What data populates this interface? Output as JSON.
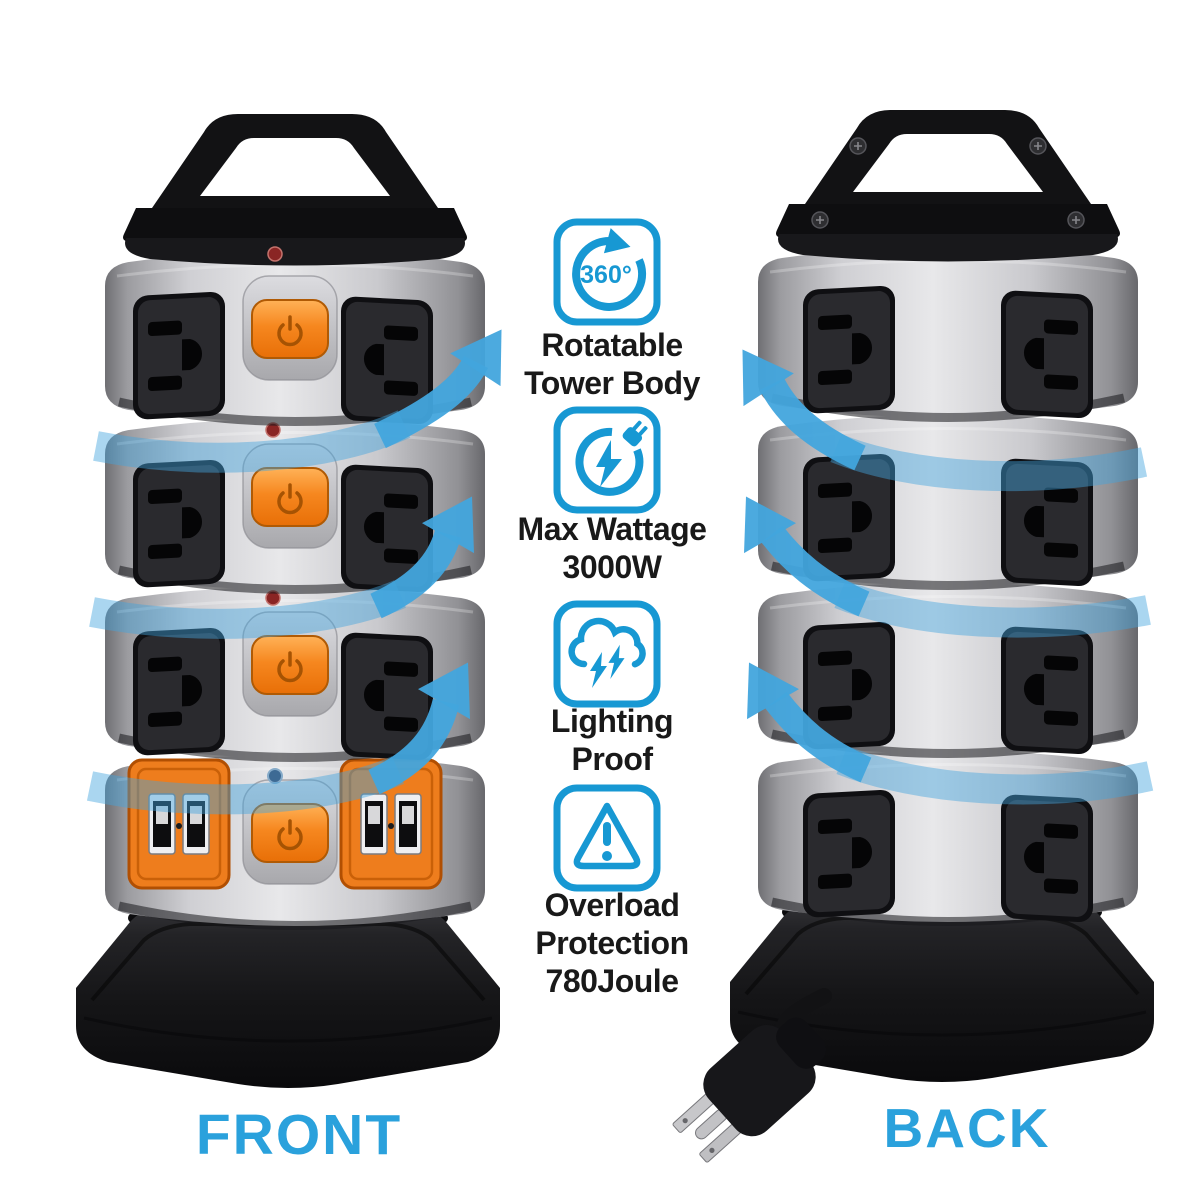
{
  "labels": {
    "front": "FRONT",
    "back": "BACK"
  },
  "features": [
    {
      "icon": "rotate-360-icon",
      "badge": "360°",
      "lines": [
        "Rotatable",
        "Tower Body"
      ]
    },
    {
      "icon": "max-wattage-plug-icon",
      "lines": [
        "Max Wattage",
        "3000W"
      ]
    },
    {
      "icon": "lightning-cloud-icon",
      "lines": [
        "Lighting",
        "Proof"
      ]
    },
    {
      "icon": "overload-warning-icon",
      "lines": [
        "Overload",
        "Protection",
        "780Joule"
      ]
    }
  ],
  "colors": {
    "feature_icon_blue": "#1798d3",
    "arrow_blue": "#42a5dd",
    "view_label_blue": "#2aa1dc",
    "switch_orange": "#f6871f",
    "usb_panel_orange": "#ee7d1d"
  }
}
